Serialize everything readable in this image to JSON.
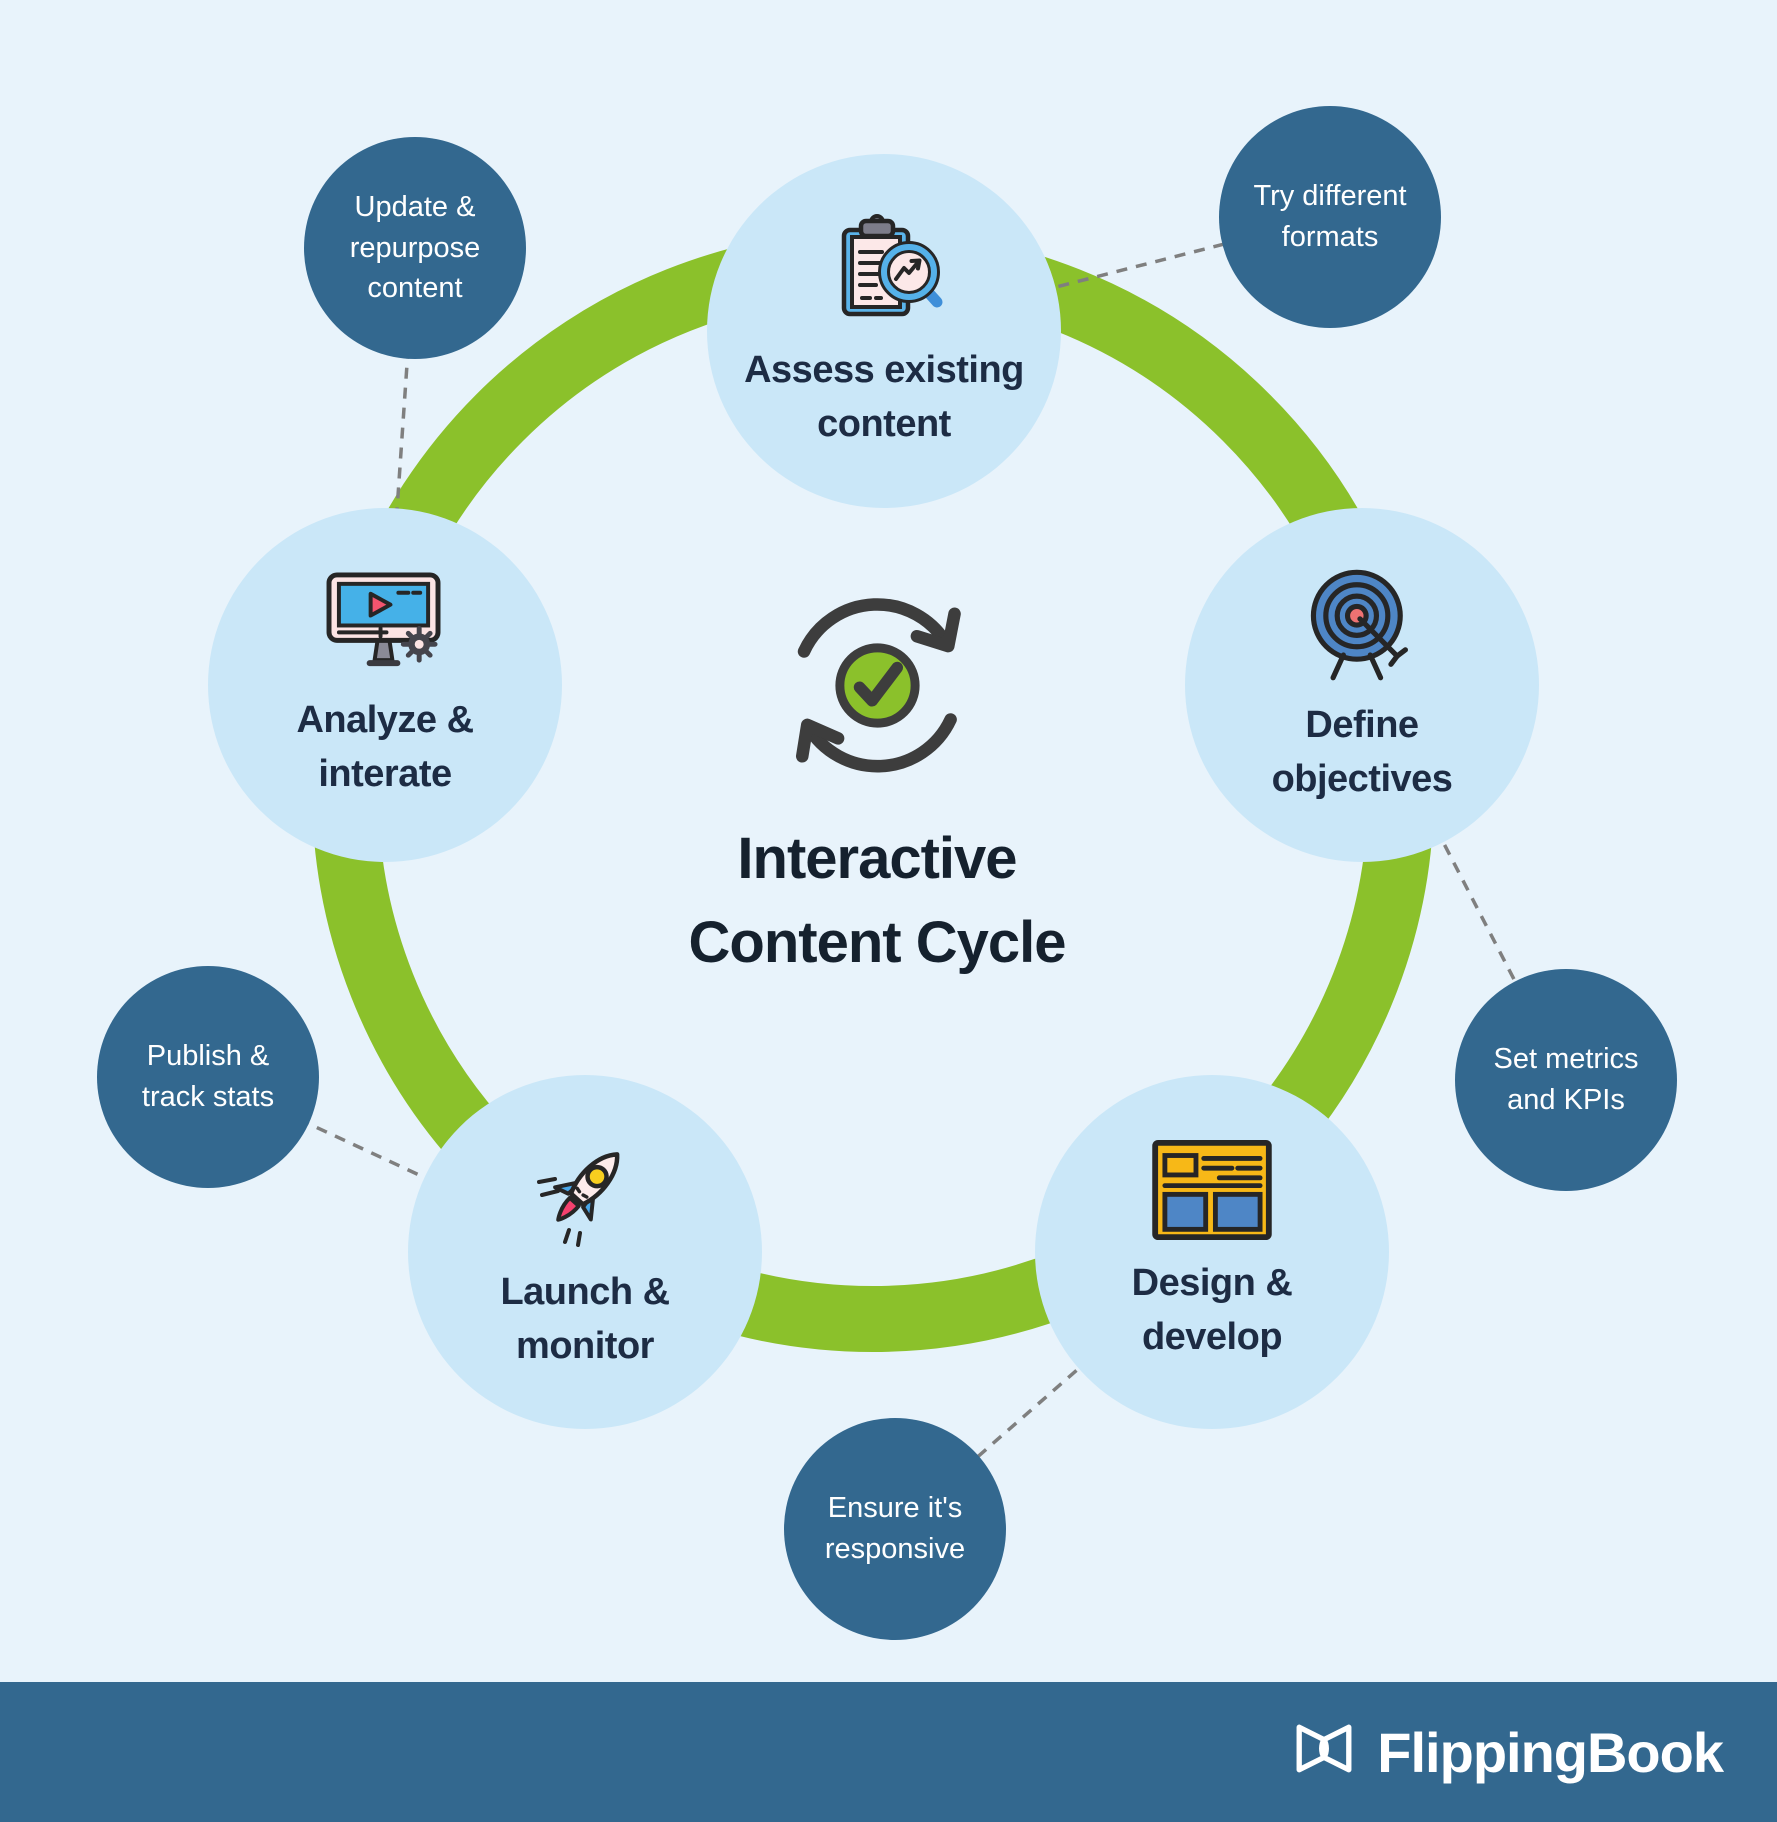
{
  "title": "Interactive\nContent Cycle",
  "center_icon": "cycle-arrows-check",
  "nodes": [
    {
      "id": "assess",
      "label": "Assess existing\ncontent",
      "icon": "clipboard-magnifier"
    },
    {
      "id": "define",
      "label": "Define\nobjectives",
      "icon": "target-dart"
    },
    {
      "id": "design",
      "label": "Design &\ndevelop",
      "icon": "webpage-wireframe"
    },
    {
      "id": "launch",
      "label": "Launch &\nmonitor",
      "icon": "rocket"
    },
    {
      "id": "analyze",
      "label": "Analyze &\ninterate",
      "icon": "video-monitor-gear"
    }
  ],
  "callouts": [
    {
      "id": "update-repurpose",
      "label": "Update &\nrepurpose\ncontent"
    },
    {
      "id": "try-formats",
      "label": "Try different\nformats"
    },
    {
      "id": "set-metrics",
      "label": "Set metrics\nand KPIs"
    },
    {
      "id": "ensure-responsive",
      "label": "Ensure it's\nresponsive"
    },
    {
      "id": "publish-track",
      "label": "Publish &\ntrack stats"
    }
  ],
  "footer": {
    "brand": "FlippingBook"
  },
  "colors": {
    "background": "#e8f3fb",
    "node_circle": "#cae7f8",
    "callout_circle": "#33688f",
    "footer_bar": "#33688f",
    "ring_green": "#8bc12b",
    "heading_text": "#15212e",
    "node_text": "#1d2c44",
    "callout_text": "#ffffff",
    "connector_gray": "#7f7f7f"
  }
}
